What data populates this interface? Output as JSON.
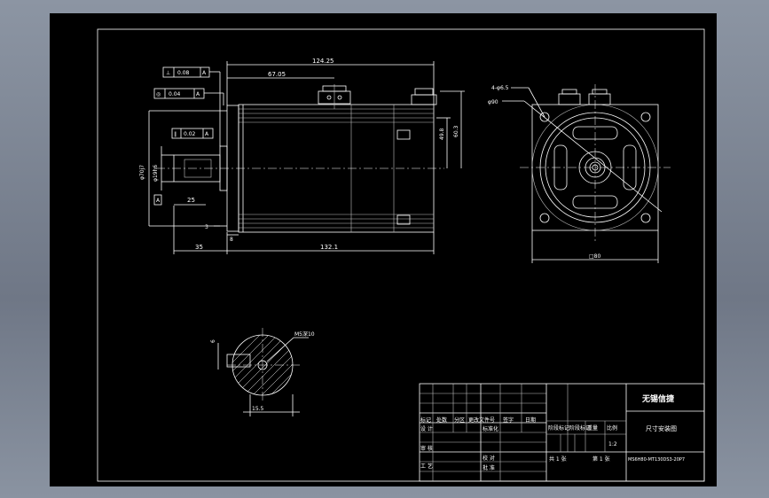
{
  "dims": {
    "d_124_25": "124.25",
    "d_67_05": "67.05",
    "d_49_8": "49.8",
    "d_60_3": "60.3",
    "d_19h6": "φ19h6",
    "d_70j7": "φ70j7",
    "d_25": "25",
    "d_3": "3",
    "d_8": "8",
    "d_35": "35",
    "d_132_1": "132.1",
    "d_4_6_5": "4-φ6.5",
    "d_90": "φ90",
    "d_80": "□80",
    "d_m5": "M5深10",
    "d_15_5": "15.5",
    "d_6": "6"
  },
  "tolerances": {
    "tol1": [
      "⊥",
      "0.08",
      "A"
    ],
    "tol2": [
      "◎",
      "0.04",
      "A"
    ],
    "tol3": [
      "∥",
      "0.02",
      "A"
    ],
    "datum": "A"
  },
  "title_block": {
    "company": "无锡信捷",
    "title": "尺寸安装图",
    "drawing_no": "MS6H80-MT130DS3-20P7",
    "scale_label": "比例",
    "scale_value": "1:2",
    "weight_label": "重量",
    "stage1": "阶段标记",
    "stage2": "阶段标记",
    "sheets_total": "共 1 张",
    "sheet_no": "第 1 张",
    "row_mark": "标记",
    "row_count": "处数",
    "row_zone": "分区",
    "row_doc": "更改文件号",
    "row_sign": "签字",
    "row_date": "日期",
    "design": "设 计",
    "standard": "标准化",
    "check": "审 核",
    "craft": "工 艺",
    "approve": "批 准",
    "audit": "校 对"
  }
}
